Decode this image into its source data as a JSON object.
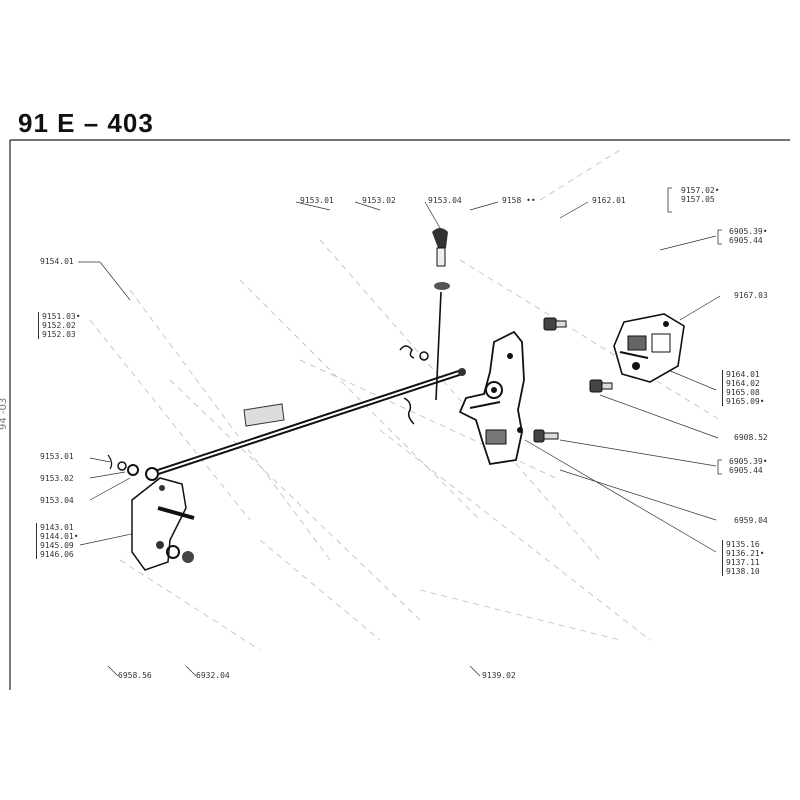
{
  "title": "91 E  –  403",
  "side_id": "94 -03",
  "labels_top": [
    "9153.01",
    "9153.02",
    "9153.04",
    "9158 ••",
    "9162.01"
  ],
  "labels_left": {
    "l9154": "9154.01",
    "g1": [
      "9151.03•",
      "9152.02",
      "9152.03"
    ],
    "l9153_01": "9153.01",
    "l9153_02": "9153.02",
    "l9153_04": "9153.04",
    "g2": [
      "9143.01",
      "9144.01•",
      "9145.09",
      "9146.06"
    ]
  },
  "labels_right": {
    "g_top": [
      "9157.02•",
      "9157.05"
    ],
    "g_6905a": [
      "6905.39•",
      "6905.44"
    ],
    "l9167": "9167.03",
    "g_9164": [
      "9164.01",
      "9164.02",
      "9165.08",
      "9165.09•"
    ],
    "l6908": "6908.52",
    "g_6905b": [
      "6905.39•",
      "6905.44"
    ],
    "l6959": "6959.04",
    "g_9135": [
      "9135.16",
      "9136.21•",
      "9137.11",
      "9138.10"
    ]
  },
  "labels_bottom": [
    "6958.56",
    "6932.04",
    "9139.02"
  ],
  "icons": [
    "rod-assembly-icon",
    "door-lock-mechanism-icon",
    "striker-plate-icon",
    "bolt-icon"
  ]
}
